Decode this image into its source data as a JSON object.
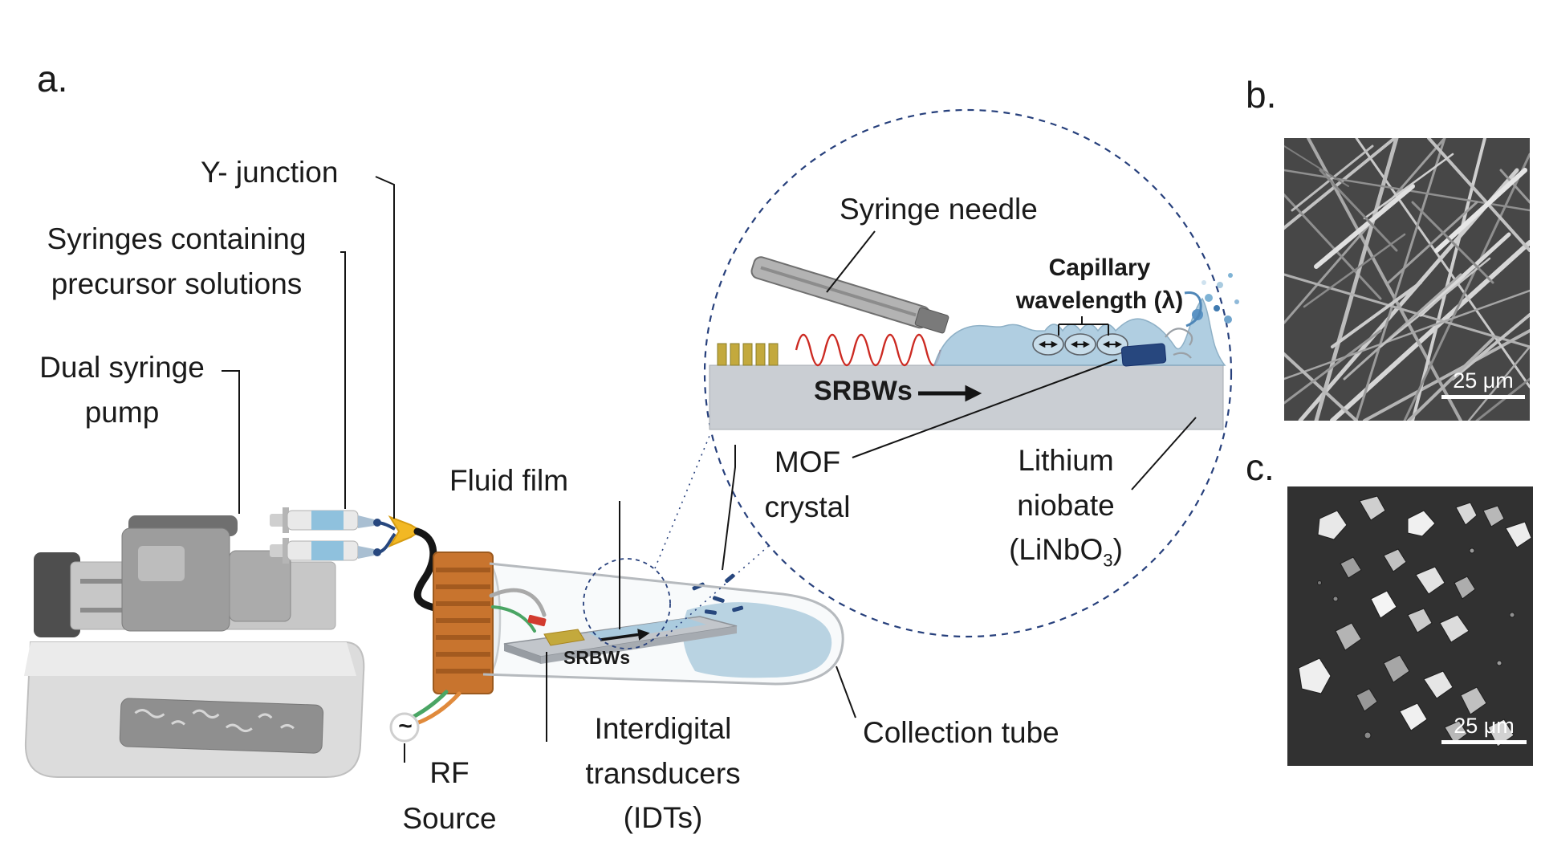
{
  "panels": {
    "a_label": "a.",
    "b_label": "b.",
    "c_label": "c."
  },
  "schematic": {
    "y_junction": "Y- junction",
    "syringes_line1": "Syringes containing",
    "syringes_line2": "precursor solutions",
    "pump_line1": "Dual syringe",
    "pump_line2": "pump",
    "fluid_film": "Fluid film",
    "rf_line1": "RF",
    "rf_line2": "Source",
    "rf_symbol": "~",
    "idt_line1": "Interdigital",
    "idt_line2": "transducers",
    "idt_line3": "(IDTs)",
    "collection_tube": "Collection tube",
    "srbws_chip": "SRBWs"
  },
  "inset": {
    "syringe_needle": "Syringe needle",
    "capillary_line1": "Capillary",
    "capillary_line2": "wavelength (λ)",
    "srbws": "SRBWs",
    "mof_line1": "MOF",
    "mof_line2": "crystal",
    "lithium_line1": "Lithium",
    "lithium_line2": "niobate",
    "lithium_line3_pre": "(LiNbO",
    "lithium_line3_sub": "3",
    "lithium_line3_post": ")"
  },
  "sem_b": {
    "scale_label": "25 μm"
  },
  "sem_c": {
    "scale_label": "25 μm"
  },
  "colors": {
    "ink": "#1a1a1a",
    "inset-dash": "#27407c",
    "heater-orange": "#c8742e",
    "idt-gold": "#c3a93d",
    "fluid-blue": "#a6c8de",
    "crystal-navy": "#27477e",
    "wave-red": "#cc2a22",
    "tube-fluid": "#b9d3e2"
  }
}
